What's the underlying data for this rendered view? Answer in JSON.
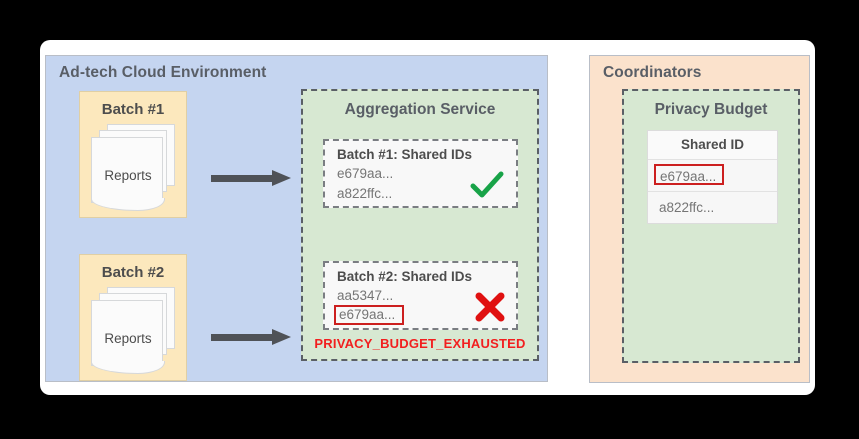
{
  "diagram": {
    "adtech": {
      "title": "Ad-tech Cloud Environment",
      "batches": [
        {
          "label": "Batch #1",
          "reports_label": "Reports"
        },
        {
          "label": "Batch #2",
          "reports_label": "Reports"
        }
      ],
      "aggregation_service": {
        "title": "Aggregation Service",
        "entries": [
          {
            "title": "Batch #1: Shared IDs",
            "ids": [
              "e679aa...",
              "a822ffc..."
            ],
            "highlighted_id": null,
            "status": "check",
            "status_icon": "green-check-icon"
          },
          {
            "title": "Batch #2: Shared IDs",
            "ids": [
              "aa5347...",
              "e679aa..."
            ],
            "highlighted_id": "e679aa...",
            "status": "error",
            "status_icon": "red-x-icon"
          }
        ],
        "error_label": "PRIVACY_BUDGET_EXHAUSTED"
      }
    },
    "coordinators": {
      "title": "Coordinators",
      "privacy_budget": {
        "title": "Privacy Budget",
        "table": {
          "header": "Shared ID",
          "rows": [
            {
              "value": "e679aa...",
              "flagged": true
            },
            {
              "value": "a822ffc...",
              "flagged": false
            }
          ]
        }
      }
    },
    "colors": {
      "canvas": "#ffffff",
      "adtech_panel": "#c5d5f0",
      "coordinators_panel": "#fbe2cc",
      "service_panel": "#d7e8d2",
      "batch_box": "#fce8bd",
      "accent_error": "#f21f1f",
      "accent_highlight": "#cc1f1f",
      "accent_success": "#18a348",
      "arrow": "#4f5257",
      "text": "#595e66"
    }
  }
}
